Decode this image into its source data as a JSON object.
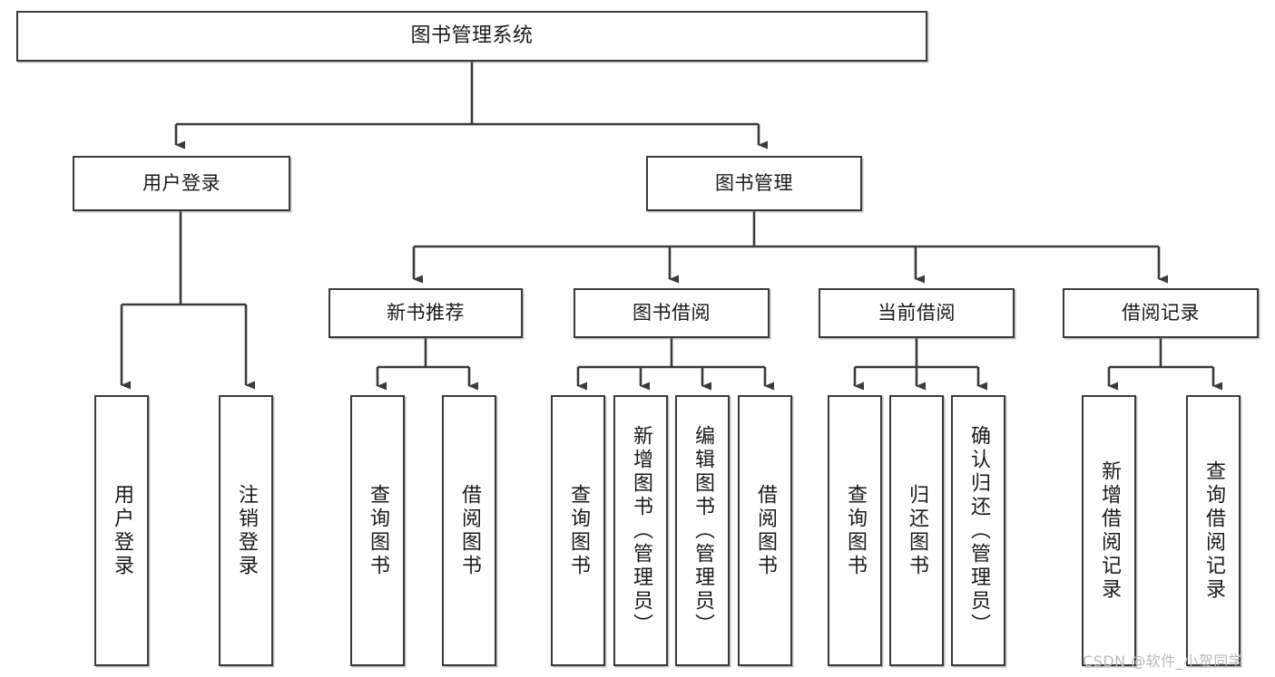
{
  "diagram": {
    "title": "图书管理系统",
    "type": "功能结构图",
    "watermark": "CSDN @软件_小贺同学",
    "colors": {
      "stroke": "#3a3a3a",
      "fill": "#ffffff",
      "text": "#1a1a1a",
      "watermark": "#b9b9b9"
    },
    "levels": {
      "root": {
        "label": "图书管理系统"
      },
      "level2": [
        {
          "id": "user-login",
          "label": "用户登录"
        },
        {
          "id": "book-manage",
          "label": "图书管理"
        }
      ],
      "level3": [
        {
          "id": "new-book-rec",
          "label": "新书推荐"
        },
        {
          "id": "book-borrow",
          "label": "图书借阅"
        },
        {
          "id": "current-borrow",
          "label": "当前借阅"
        },
        {
          "id": "borrow-record",
          "label": "借阅记录"
        }
      ],
      "leaves": {
        "user_login": [
          {
            "id": "leaf-user-login",
            "label": "用户登录"
          },
          {
            "id": "leaf-logout",
            "label": "注销登录"
          }
        ],
        "new_book_rec": [
          {
            "id": "leaf-query-book-1",
            "label": "查询图书"
          },
          {
            "id": "leaf-borrow-book-1",
            "label": "借阅图书"
          }
        ],
        "book_borrow": [
          {
            "id": "leaf-query-book-2",
            "label": "查询图书"
          },
          {
            "id": "leaf-add-book",
            "label": "新增图书（管理员）"
          },
          {
            "id": "leaf-edit-book",
            "label": "编辑图书（管理员）"
          },
          {
            "id": "leaf-borrow-book-2",
            "label": "借阅图书"
          }
        ],
        "current_borrow": [
          {
            "id": "leaf-query-book-3",
            "label": "查询图书"
          },
          {
            "id": "leaf-return-book",
            "label": "归还图书"
          },
          {
            "id": "leaf-confirm-return",
            "label": "确认归还（管理员）"
          }
        ],
        "borrow_record": [
          {
            "id": "leaf-add-record",
            "label": "新增借阅记录"
          },
          {
            "id": "leaf-query-record",
            "label": "查询借阅记录"
          }
        ]
      }
    }
  }
}
